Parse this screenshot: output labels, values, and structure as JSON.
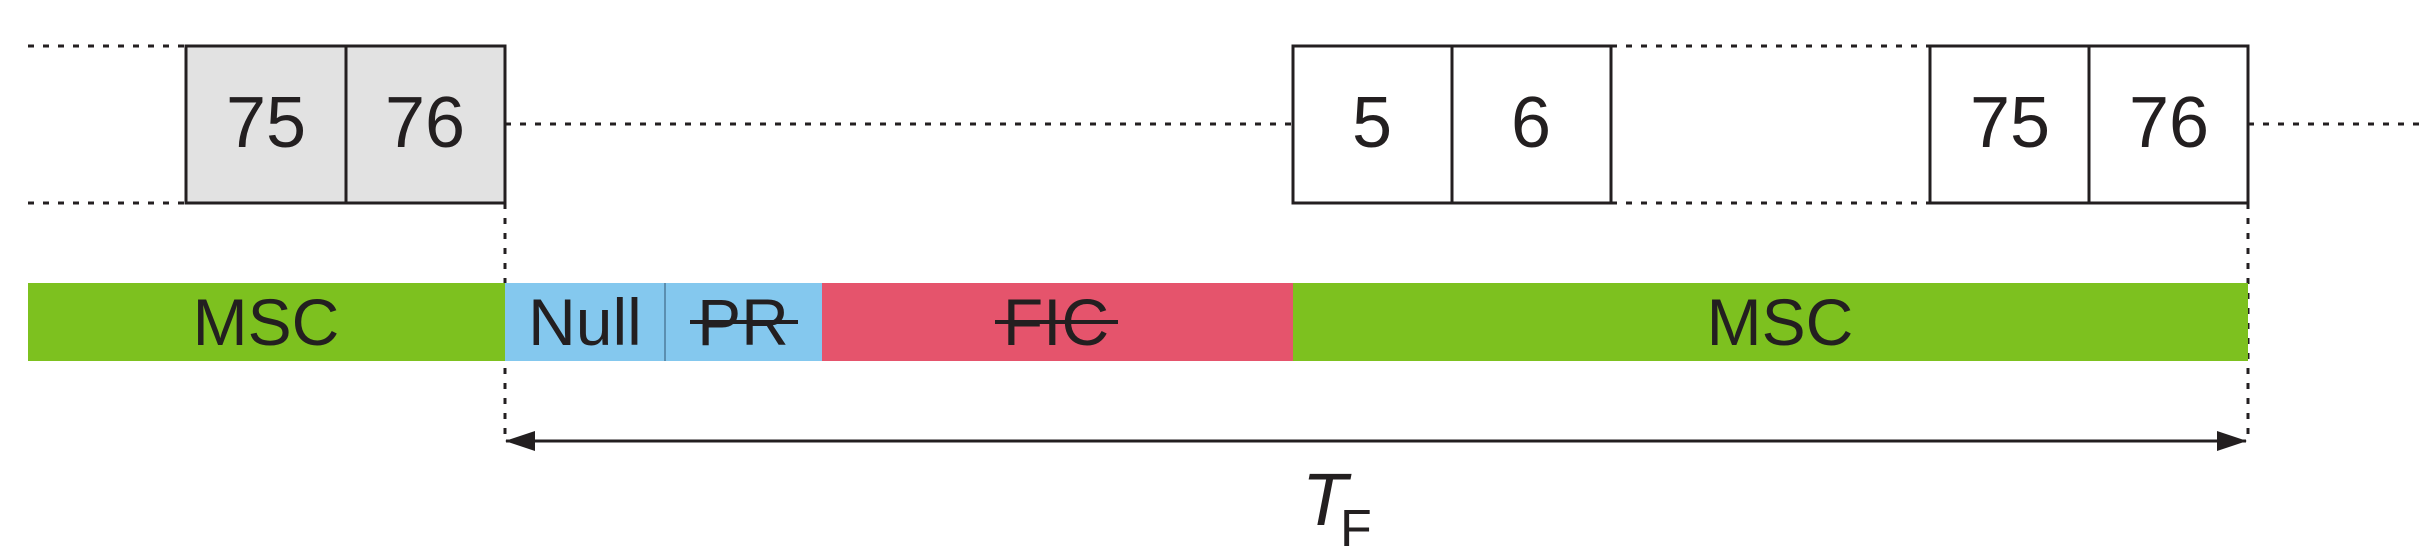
{
  "colors": {
    "ink": "#231f20",
    "msc": "#7dc11f",
    "null": "#84c8ee",
    "pr": "#84c8ee",
    "fic": "#e5546c",
    "slot_grey": "#e2e2e2",
    "slot_white": "#ffffff"
  },
  "top_row": {
    "group_a": {
      "slot_1": "75",
      "slot_2": "76"
    },
    "group_b": {
      "slot_1": "5",
      "slot_2": "6"
    },
    "group_c": {
      "slot_1": "75",
      "slot_2": "76"
    }
  },
  "frame_row": {
    "msc_left": "MSC",
    "null": "Null",
    "pr": "PR",
    "fic": "FIC",
    "msc_right": "MSC"
  },
  "duration": {
    "symbol": "T",
    "subscript": "F"
  }
}
